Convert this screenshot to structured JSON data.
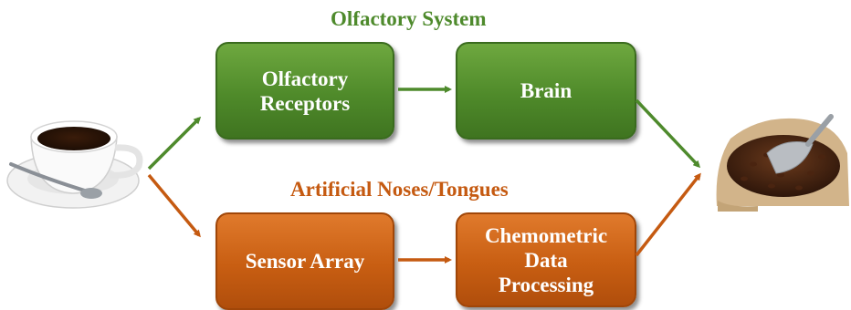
{
  "titles": {
    "top": "Olfactory System",
    "bottom": "Artificial Noses/Tongues"
  },
  "boxes": {
    "olfactory_receptors": [
      "Olfactory",
      "Receptors"
    ],
    "brain": [
      "Brain"
    ],
    "sensor_array": [
      "Sensor Array"
    ],
    "chemometric": [
      "Chemometric",
      "Data",
      "Processing"
    ]
  },
  "colors": {
    "green": "#4e8a2c",
    "orange": "#c55a11"
  },
  "images": {
    "left": "coffee-cup",
    "right": "coffee-beans-sack"
  }
}
